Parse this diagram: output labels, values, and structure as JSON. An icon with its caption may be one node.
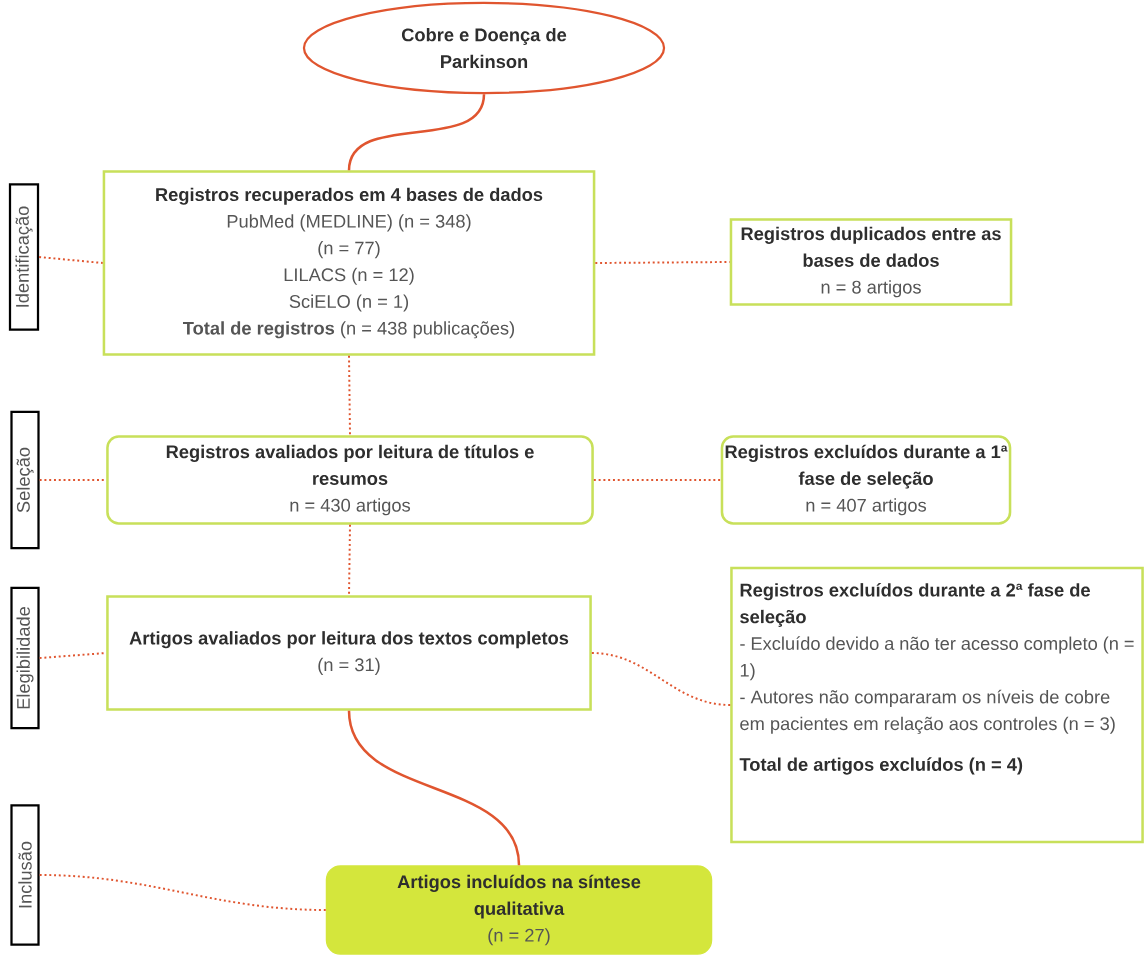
{
  "diagram": {
    "nodes": [
      {
        "text": [
          "Cobre e Doença de Parkinson"
        ]
      },
      {
        "text": [
          "Registros recuperados em 4 bases de dados",
          "PubMed (MEDLINE) (n = 348)",
          "(n = 77)",
          "LILACS (n = 12)",
          "SciELO (n = 1)",
          "**Total de registros** (n = 438 publicações)"
        ]
      },
      {
        "text": [
          "Registros duplicados entre as bases de dados",
          "n = 8 artigos"
        ]
      },
      {
        "text": [
          "Registros avaliados por leitura de títulos e resumos",
          "n = 430 artigos"
        ]
      },
      {
        "text": [
          "Registros excluídos durante a 1ª fase de seleção",
          "n = 407 artigos"
        ]
      },
      {
        "text": [
          "Artigos avaliados por leitura dos textos completos",
          "(n = 31)"
        ]
      },
      {
        "text": [
          "Registros excluídos durante a 2ª fase de seleção",
          "- Excluído devido a não ter acesso completo (n = 1)",
          "- Autores não compararam os níveis de cobre em pacientes em relação aos controles (n = 3)",
          "Total de artigos excluídos (n = 4)"
        ]
      },
      {
        "text": [
          "Artigos incluídos na síntese qualitativa",
          "(n = 27)"
        ]
      },
      {
        "text": [
          "Identificação"
        ]
      },
      {
        "text": [
          "Seleção"
        ]
      },
      {
        "text": [
          "Elegibilidade"
        ]
      },
      {
        "text": [
          "Inclusão"
        ]
      }
    ],
    "edges": [
      {
        "from": 0,
        "to": 1,
        "arrow": "none"
      },
      {
        "from": 8,
        "to": 1,
        "arrow": "none",
        "style": "dashed"
      },
      {
        "from": 1,
        "to": 2,
        "arrow": "none",
        "style": "dashed"
      },
      {
        "from": 1,
        "to": 3,
        "arrow": "none",
        "style": "dashed"
      },
      {
        "from": 9,
        "to": 3,
        "arrow": "none",
        "style": "dashed"
      },
      {
        "from": 3,
        "to": 4,
        "arrow": "none",
        "style": "dashed"
      },
      {
        "from": 3,
        "to": 5,
        "arrow": "none",
        "style": "dashed"
      },
      {
        "from": 10,
        "to": 5,
        "arrow": "none",
        "style": "dashed"
      },
      {
        "from": 5,
        "to": 6,
        "arrow": "none",
        "style": "dashed"
      },
      {
        "from": 5,
        "to": 7,
        "arrow": "none"
      },
      {
        "from": 11,
        "to": 7,
        "arrow": "none",
        "style": "dashed"
      }
    ]
  }
}
